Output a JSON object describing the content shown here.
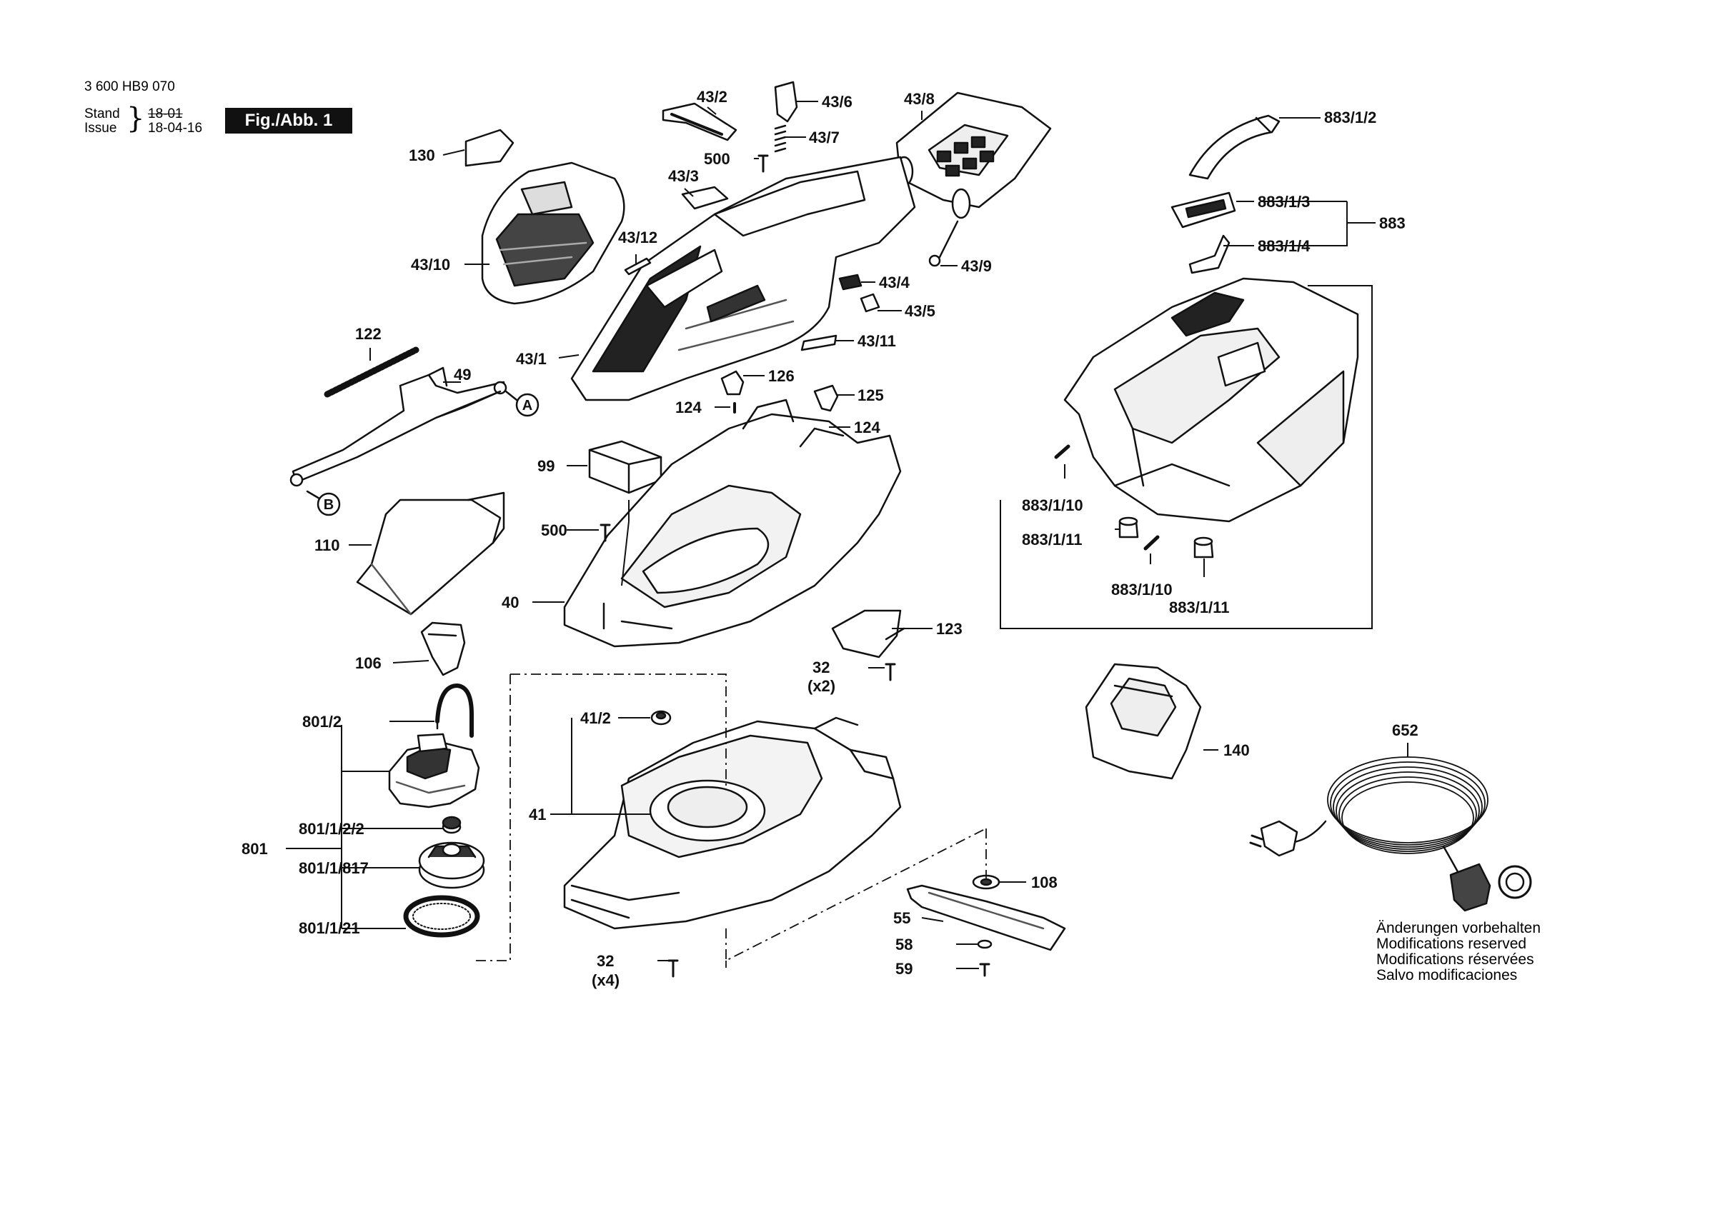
{
  "header": {
    "doc_number": "3 600 HB9 070",
    "stand_label": "Stand",
    "stand_value": "18-01",
    "issue_label": "Issue",
    "issue_value": "18-04-16",
    "figure_label": "Fig./Abb. 1"
  },
  "callouts": {
    "c130": "130",
    "c43_10": "43/10",
    "c43_2": "43/2",
    "c43_6": "43/6",
    "c43_7": "43/7",
    "c500a": "500",
    "c43_3": "43/3",
    "c43_8": "43/8",
    "c43_12": "43/12",
    "c43_9": "43/9",
    "c43_4": "43/4",
    "c43_5": "43/5",
    "c43_11": "43/11",
    "c43_1": "43/1",
    "c126": "126",
    "c125": "125",
    "c124a": "124",
    "c124b": "124",
    "c122": "122",
    "c49": "49",
    "cA": "A",
    "cB": "B",
    "c99": "99",
    "c500b": "500",
    "c110": "110",
    "c40": "40",
    "c106": "106",
    "c123": "123",
    "c32a": "32",
    "c32a_qty": "(x2)",
    "c883_1_2": "883/1/2",
    "c883_1_3": "883/1/3",
    "c883_1_4": "883/1/4",
    "c883": "883",
    "c883_1_10a": "883/1/10",
    "c883_1_11a": "883/1/11",
    "c883_1_10b": "883/1/10",
    "c883_1_11b": "883/1/11",
    "c801_2": "801/2",
    "c801": "801",
    "c801_1_2_2": "801/1/2/2",
    "c801_1_817": "801/1/817",
    "c801_1_21": "801/1/21",
    "c41_2": "41/2",
    "c41": "41",
    "c32b": "32",
    "c32b_qty": "(x4)",
    "c108": "108",
    "c55": "55",
    "c58": "58",
    "c59": "59",
    "c140": "140",
    "c652": "652"
  },
  "notes": [
    "Änderungen vorbehalten",
    "Modifications reserved",
    "Modifications réservées",
    "Salvo modificaciones"
  ]
}
